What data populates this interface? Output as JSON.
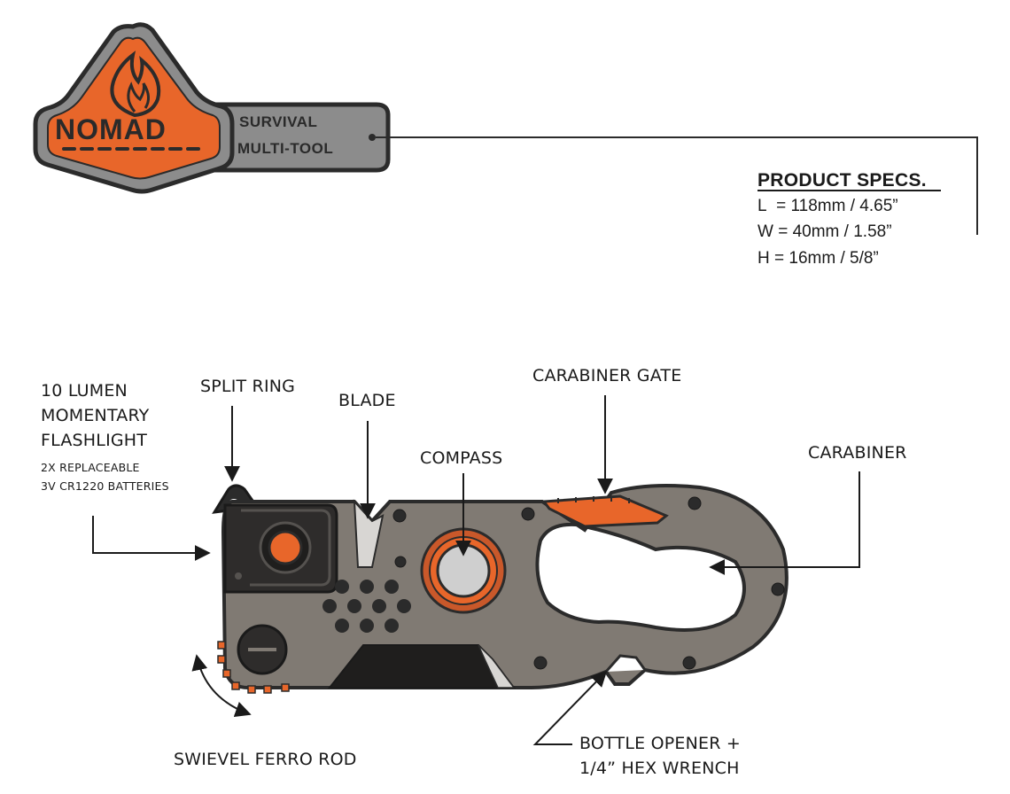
{
  "logo": {
    "brand": "NOMAD",
    "line1": "SURVIVAL",
    "line2": "MULTI-TOOL"
  },
  "colors": {
    "orange": "#e8662a",
    "body_gray": "#807a73",
    "outline": "#2b2b2b",
    "logo_gray": "#8c8c8c"
  },
  "specs": {
    "title": "PRODUCT SPECS.",
    "rows": [
      {
        "label": "L",
        "value": "= 118mm / 4.65”"
      },
      {
        "label": "W",
        "value": "=  40mm / 1.58”"
      },
      {
        "label": "H",
        "value": "=  16mm / 5/8”"
      }
    ]
  },
  "labels": {
    "flashlight_1": "10 LUMEN",
    "flashlight_2": "MOMENTARY",
    "flashlight_3": "FLASHLIGHT",
    "batteries_1": "2X REPLACEABLE",
    "batteries_2": "3V CR1220 BATTERIES",
    "split_ring": "SPLIT RING",
    "blade": "BLADE",
    "compass": "COMPASS",
    "carabiner_gate": "CARABINER GATE",
    "carabiner": "CARABINER",
    "ferro_rod": "SWIEVEL FERRO ROD",
    "bottle_1": "BOTTLE OPENER +",
    "bottle_2": "1/4” HEX WRENCH"
  }
}
